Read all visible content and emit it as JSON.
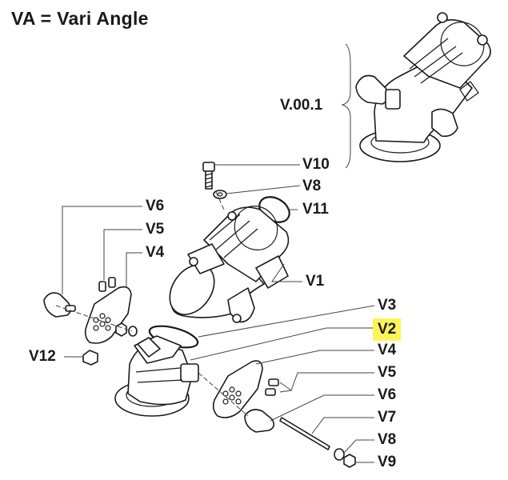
{
  "title": "VA = Vari Angle",
  "highlight_color": "#fbf55a",
  "labels": {
    "v001": "V.00.1",
    "v10": "V10",
    "v8_top": "V8",
    "v11": "V11",
    "v6_left": "V6",
    "v5_left": "V5",
    "v4_left": "V4",
    "v1": "V1",
    "v3": "V3",
    "v2": "V2",
    "v4_right": "V4",
    "v5_right": "V5",
    "v6_right": "V6",
    "v7": "V7",
    "v8_bottom": "V8",
    "v9": "V9",
    "v12": "V12"
  }
}
